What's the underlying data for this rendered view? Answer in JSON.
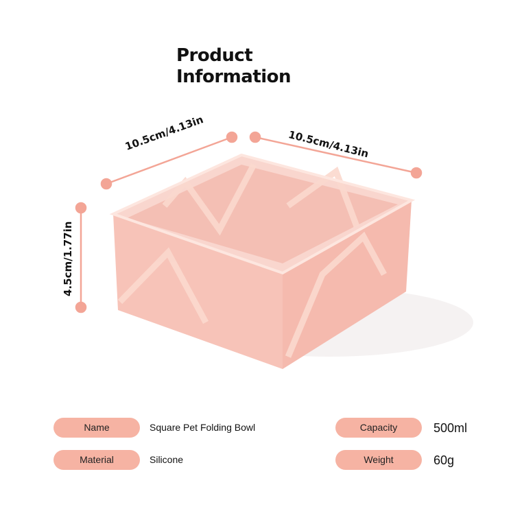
{
  "title_line1": "Product",
  "title_line2": "Information",
  "dimensions": {
    "length": "10.5cm/4.13in",
    "width": "10.5cm/4.13in",
    "height": "4.5cm/1.77in"
  },
  "specs": [
    {
      "label": "Name",
      "value": "Square Pet Folding Bowl"
    },
    {
      "label": "Material",
      "value": "Silicone"
    },
    {
      "label": "Capacity",
      "value": "500ml"
    },
    {
      "label": "Weight",
      "value": "60g"
    }
  ],
  "colors": {
    "accent": "#f6b3a3",
    "bowl": "#f7c6bc",
    "dot": "#f3a596"
  }
}
